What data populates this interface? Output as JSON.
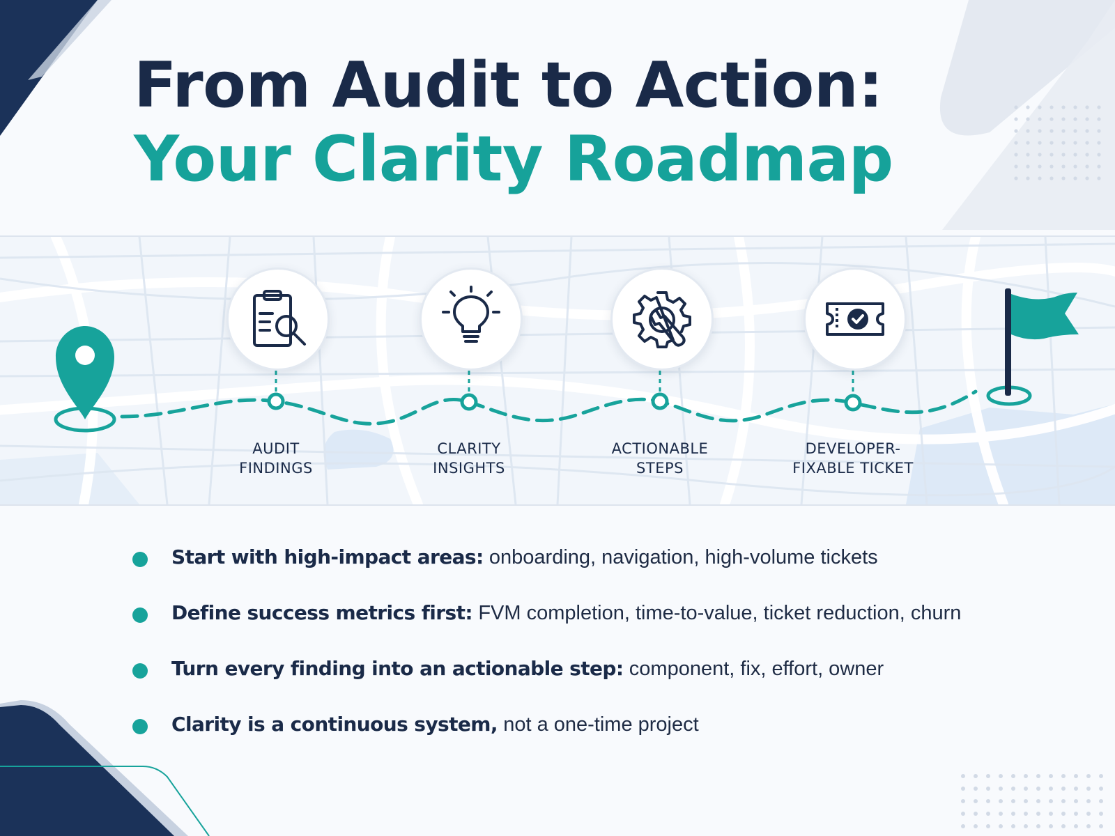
{
  "title": {
    "line1": "From Audit to Action:",
    "line2": "Your Clarity Roadmap"
  },
  "colors": {
    "navy": "#1a2a48",
    "teal": "#16a29a",
    "background": "#f8fafd"
  },
  "roadmap": {
    "start_icon": "map-pin-icon",
    "finish_icon": "flag-icon",
    "steps": [
      {
        "icon": "clipboard-search-icon",
        "line1": "AUDIT",
        "line2": "FINDINGS"
      },
      {
        "icon": "lightbulb-icon",
        "line1": "CLARITY",
        "line2": "INSIGHTS"
      },
      {
        "icon": "gear-wrench-icon",
        "line1": "ACTIONABLE",
        "line2": "STEPS"
      },
      {
        "icon": "ticket-check-icon",
        "line1": "DEVELOPER-",
        "line2": "FIXABLE TICKET"
      }
    ]
  },
  "bullets": [
    {
      "strong": "Start with high-impact areas:",
      "rest": "onboarding, navigation, high-volume tickets"
    },
    {
      "strong": "Define success metrics first:",
      "rest": "FVM completion, time-to-value, ticket reduction, churn"
    },
    {
      "strong": "Turn every finding into an actionable step:",
      "rest": "component, fix, effort, owner"
    },
    {
      "strong": "Clarity is a continuous system,",
      "rest": "not a one-time project"
    }
  ]
}
